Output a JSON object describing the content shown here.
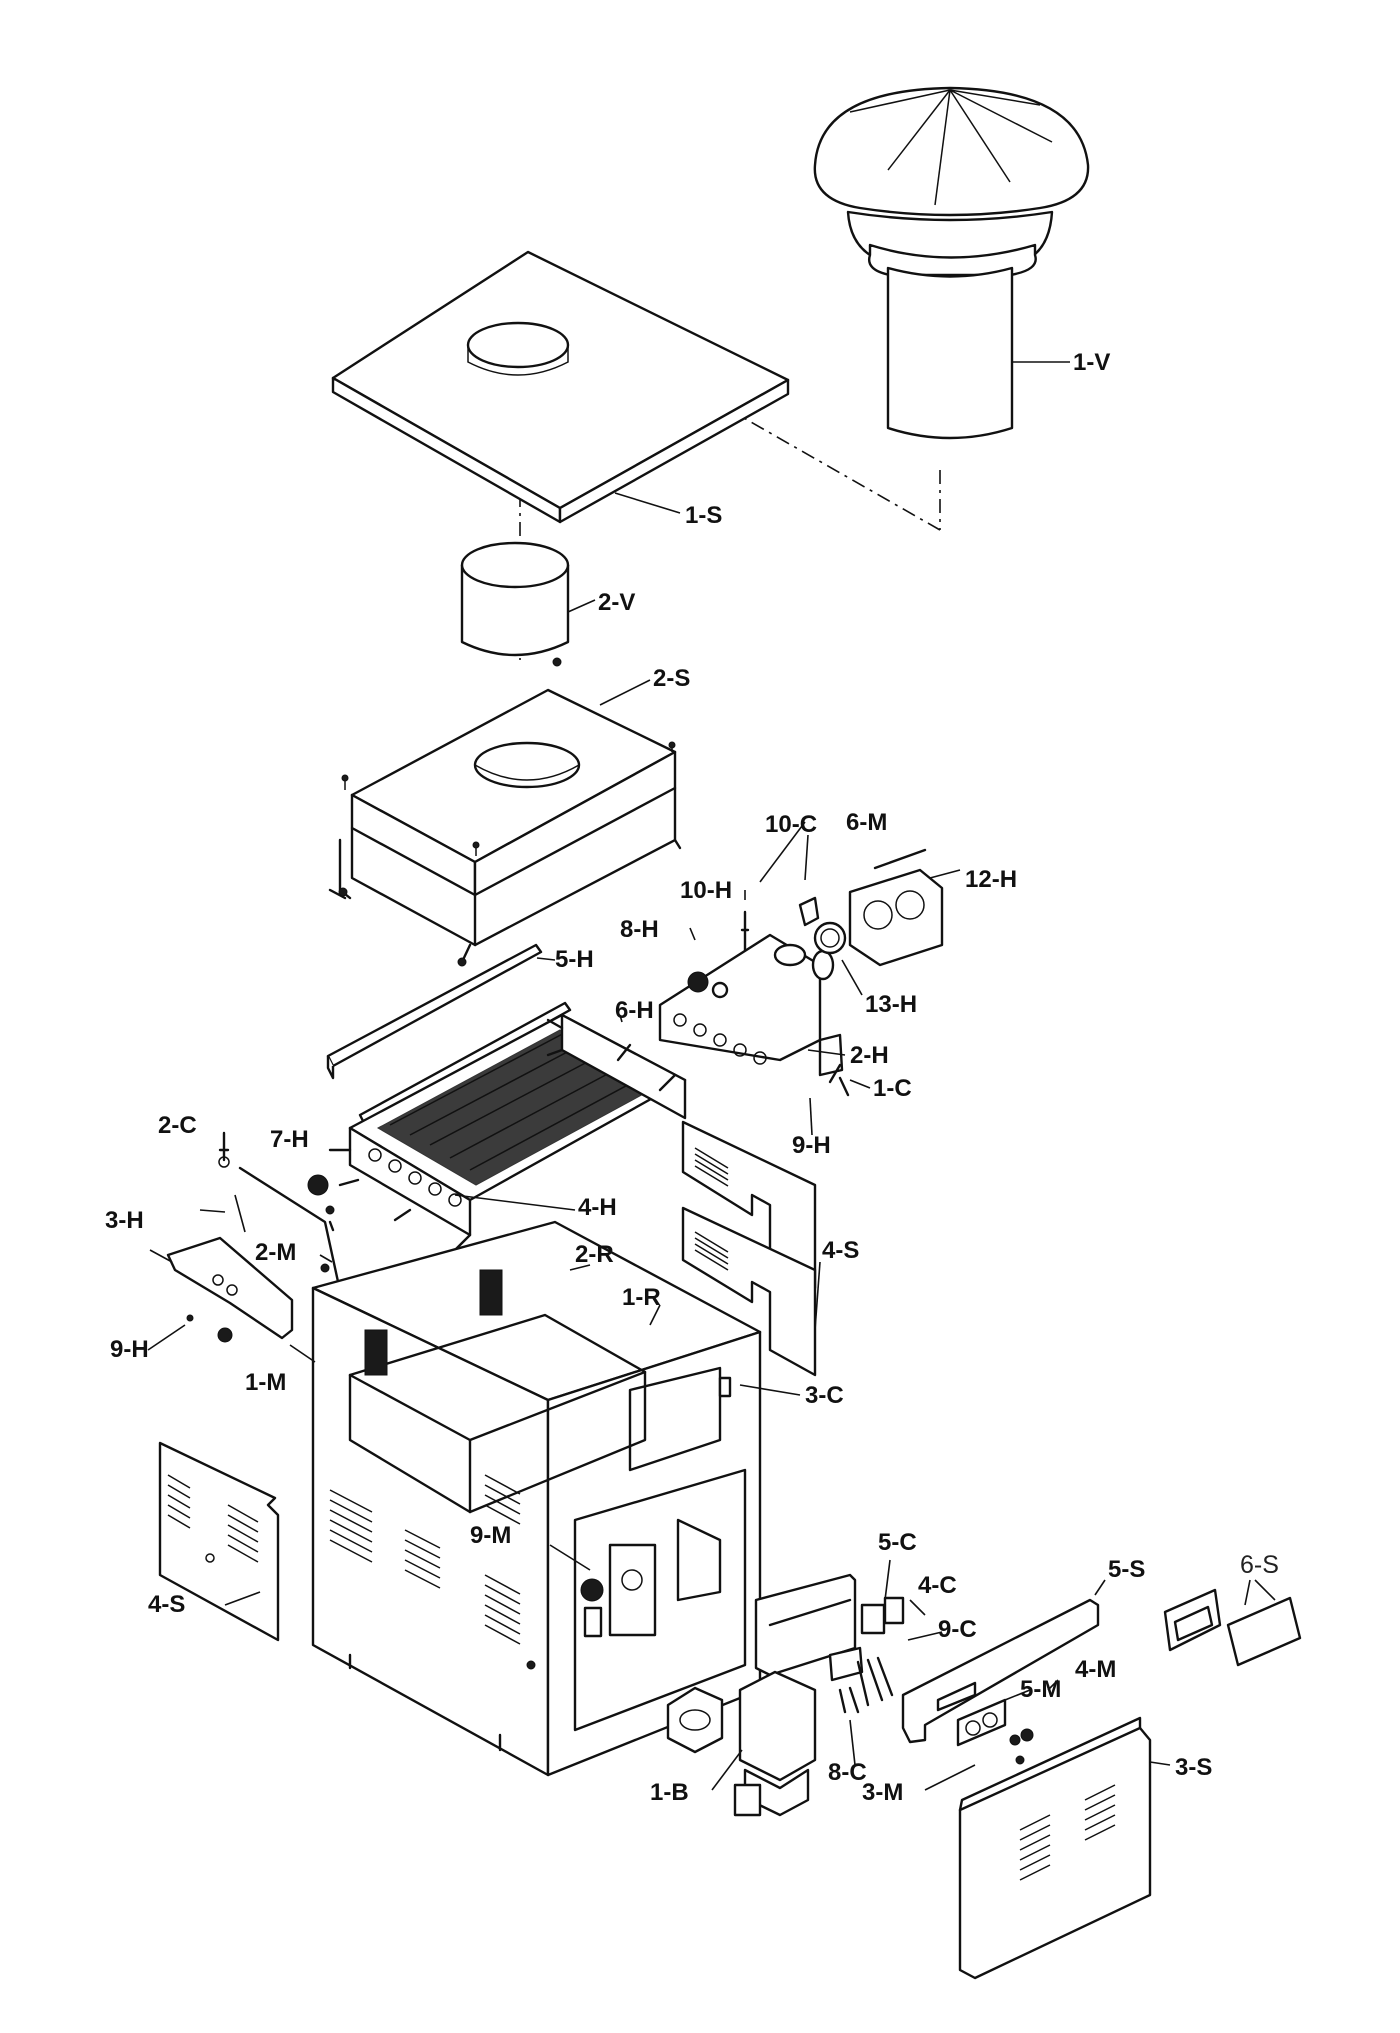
{
  "callouts": {
    "v1": "1-V",
    "s1": "1-S",
    "v2": "2-V",
    "s2": "2-S",
    "c10": "10-C",
    "m6": "6-M",
    "h12": "12-H",
    "h10": "10-H",
    "h8": "8-H",
    "h13": "13-H",
    "h5": "5-H",
    "h6": "6-H",
    "h2": "2-H",
    "c1": "1-C",
    "h9a": "9-H",
    "c2": "2-C",
    "h7": "7-H",
    "h4": "4-H",
    "h3": "3-H",
    "m2": "2-M",
    "s4a": "4-S",
    "r2": "2-R",
    "r1": "1-R",
    "h9b": "9-H",
    "m1": "1-M",
    "c3": "3-C",
    "c5": "5-C",
    "c4": "4-C",
    "s5": "5-S",
    "s6": "6-S",
    "m9": "9-M",
    "c9": "9-C",
    "s4b": "4-S",
    "m5": "5-M",
    "m4": "4-M",
    "b1": "1-B",
    "c8": "8-C",
    "m3": "3-M",
    "s3": "3-S"
  }
}
